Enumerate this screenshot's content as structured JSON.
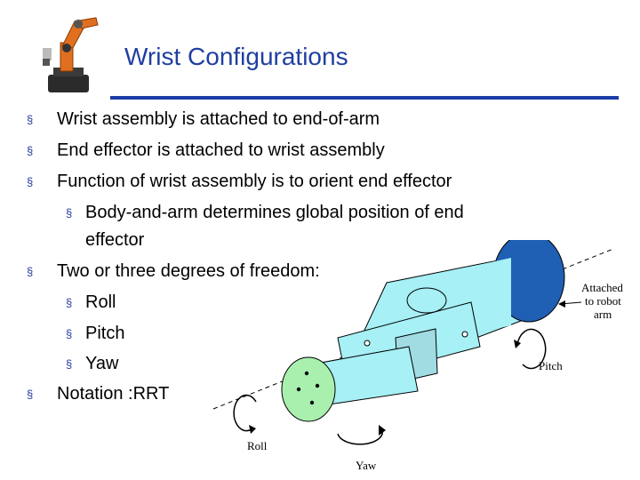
{
  "slide": {
    "title": "Wrist Configurations",
    "bullet_marker": "§",
    "bullets": [
      "Wrist assembly is attached to end-of-arm",
      "End effector is attached to wrist assembly",
      "Function of wrist assembly is to orient end effector",
      "Body-and-arm determines global position of end",
      "effector",
      "Two or three degrees of freedom:",
      "Roll",
      "Pitch",
      "Yaw",
      "Notation :RRT"
    ]
  },
  "figure": {
    "labels": {
      "attached_1": "Attached",
      "attached_2": "to robot",
      "attached_3": "arm",
      "pitch": "Pitch",
      "roll": "Roll",
      "yaw": "Yaw"
    }
  },
  "colors": {
    "title": "#1f3fa0",
    "rule": "#1a3da6",
    "bullet_marker": "#2a3fa0",
    "wrist_body": "#a6f0f6",
    "wrist_cap": "#1f5fb4",
    "end_face": "#a9f0ae",
    "robot_logo": "#e07020"
  }
}
